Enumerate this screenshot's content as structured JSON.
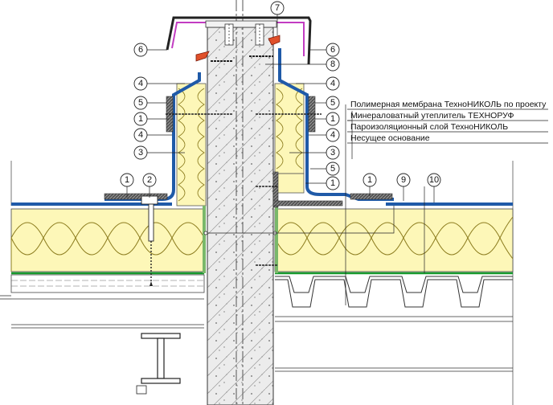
{
  "legend": [
    {
      "text": "Полимерная мембрана ТехноНИКОЛЬ по проекту"
    },
    {
      "text": "Минераловатный утеплитель ТЕХНОРУФ"
    },
    {
      "text": "Пароизоляционный слой ТехноНИКОЛЬ"
    },
    {
      "text": "Несущее основание"
    }
  ],
  "callouts": [
    "6",
    "7",
    "6",
    "8",
    "4",
    "4",
    "5",
    "5",
    "1",
    "1",
    "4",
    "4",
    "3",
    "3",
    "5",
    "1",
    "1",
    "2",
    "9",
    "10",
    "1"
  ],
  "colors": {
    "membrane": "#1f5aa8",
    "insulation": "#fdf7b8",
    "insulation_line": "#8c7c1e",
    "vapor_barrier": "#169a2b",
    "cap": "#c23cc2",
    "fastener_head": "#e0502a",
    "concrete": "#e9e9e9"
  }
}
